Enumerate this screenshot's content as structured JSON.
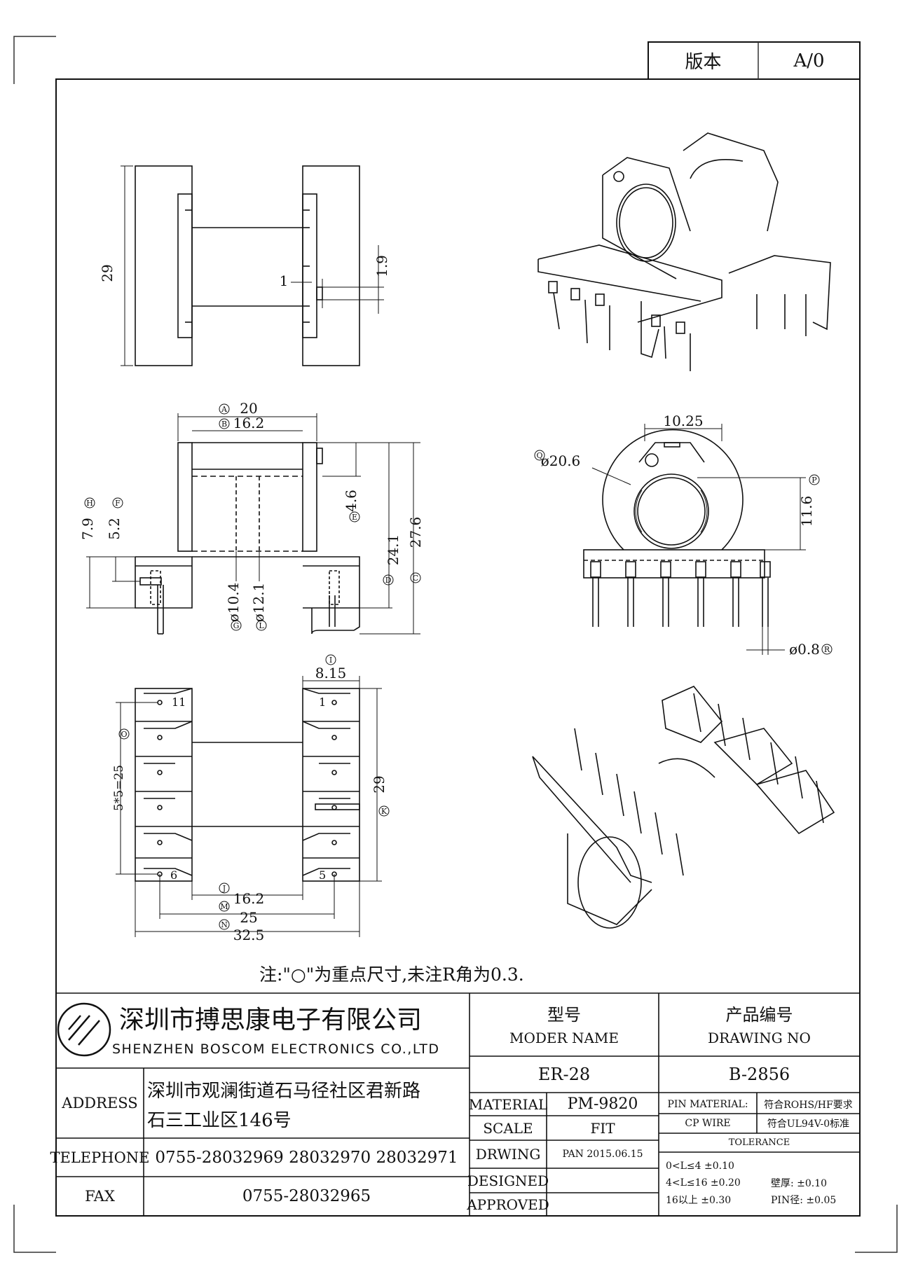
{
  "version": {
    "label": "版本",
    "value": "A/0"
  },
  "note": "注:\"○\"为重点尺寸,未注R角为0.3.",
  "company": {
    "name_cn": "深圳市搏思康电子有限公司",
    "name_en": "SHENZHEN BOSCOM ELECTRONICS CO.,LTD"
  },
  "address": {
    "label": "ADDRESS",
    "line1": "深圳市观澜街道石马径社区君新路",
    "line2": "石三工业区146号"
  },
  "telephone": {
    "label": "TELEPHONE",
    "value": "0755-28032969 28032970 28032971"
  },
  "fax": {
    "label": "FAX",
    "value": "0755-28032965"
  },
  "model": {
    "label_cn": "型号",
    "label_en": "MODER NAME",
    "value": "ER-28"
  },
  "drawing_no": {
    "label_cn": "产品编号",
    "label_en": "DRAWING NO",
    "value": "B-2856"
  },
  "material": {
    "label": "MATERIAL",
    "value": "PM-9820"
  },
  "scale": {
    "label": "SCALE",
    "value": "FIT"
  },
  "drwing": {
    "label": "DRWING",
    "value": "PAN 2015.06.15"
  },
  "designed": {
    "label": "DESIGNED",
    "value": ""
  },
  "approved": {
    "label": "APPROVED",
    "value": ""
  },
  "pin_material": {
    "label": "PIN MATERIAL:",
    "value": "符合ROHS/HF要求"
  },
  "cp_wire": {
    "label": "CP WIRE",
    "value": "符合UL94V-0标准"
  },
  "tolerance": {
    "label": "TOLERANCE",
    "rows": [
      "0<L≤4  ±0.10",
      "4<L≤16  ±0.20",
      "16以上    ±0.30"
    ],
    "wall": "壁厚:  ±0.10",
    "pin": "PIN径: ±0.05"
  },
  "dims": {
    "d29": "29",
    "d1_9": "1.9",
    "d1": "1",
    "dA20": "20",
    "dB16_2": "16.2",
    "d4_6": "4.6",
    "d24_1": "24.1",
    "d27_6": "27.6",
    "d7_9": "7.9",
    "d5_2": "5.2",
    "d10_4": "ø10.4",
    "d12_1": "ø12.1",
    "d10_25": "10.25",
    "d20_6": "ø20.6",
    "d11_6": "11.6",
    "d0_8": "ø0.8",
    "d8_15": "8.15",
    "d5x5": "5*5=25",
    "d29b": "29",
    "d16_2b": "16.2",
    "d25": "25",
    "d32_5": "32.5",
    "pin11": "11",
    "pin6": "6",
    "pin1": "1",
    "pin5": "5",
    "mA": "A",
    "mB": "B",
    "mC": "C",
    "mD": "D",
    "mE": "E",
    "mF": "F",
    "mG": "G",
    "mH": "H",
    "mI": "I",
    "mJ": "J",
    "mK": "K",
    "mL": "L",
    "mM": "M",
    "mN": "N",
    "mO": "O",
    "mP": "P",
    "mQ": "Q",
    "mR": "R"
  }
}
